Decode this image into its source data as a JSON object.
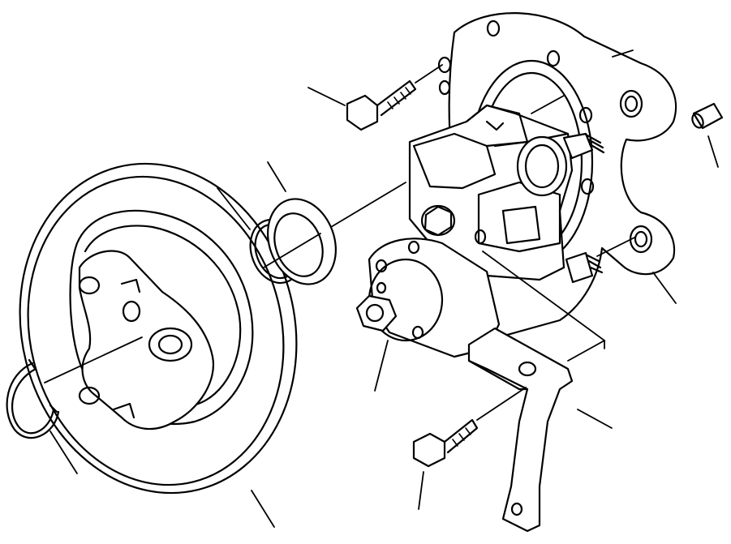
{
  "figure": {
    "kind": "exploded-parts-drawing",
    "parts": [
      "snap-ring",
      "brake-disc",
      "o-ring",
      "seal-ring",
      "caliper-assembly",
      "caliper-bolt",
      "mounting-flange",
      "dowel-pin",
      "stud-nut",
      "bracket",
      "bracket-bolt"
    ],
    "line_color": "#000000",
    "background": "#ffffff"
  }
}
